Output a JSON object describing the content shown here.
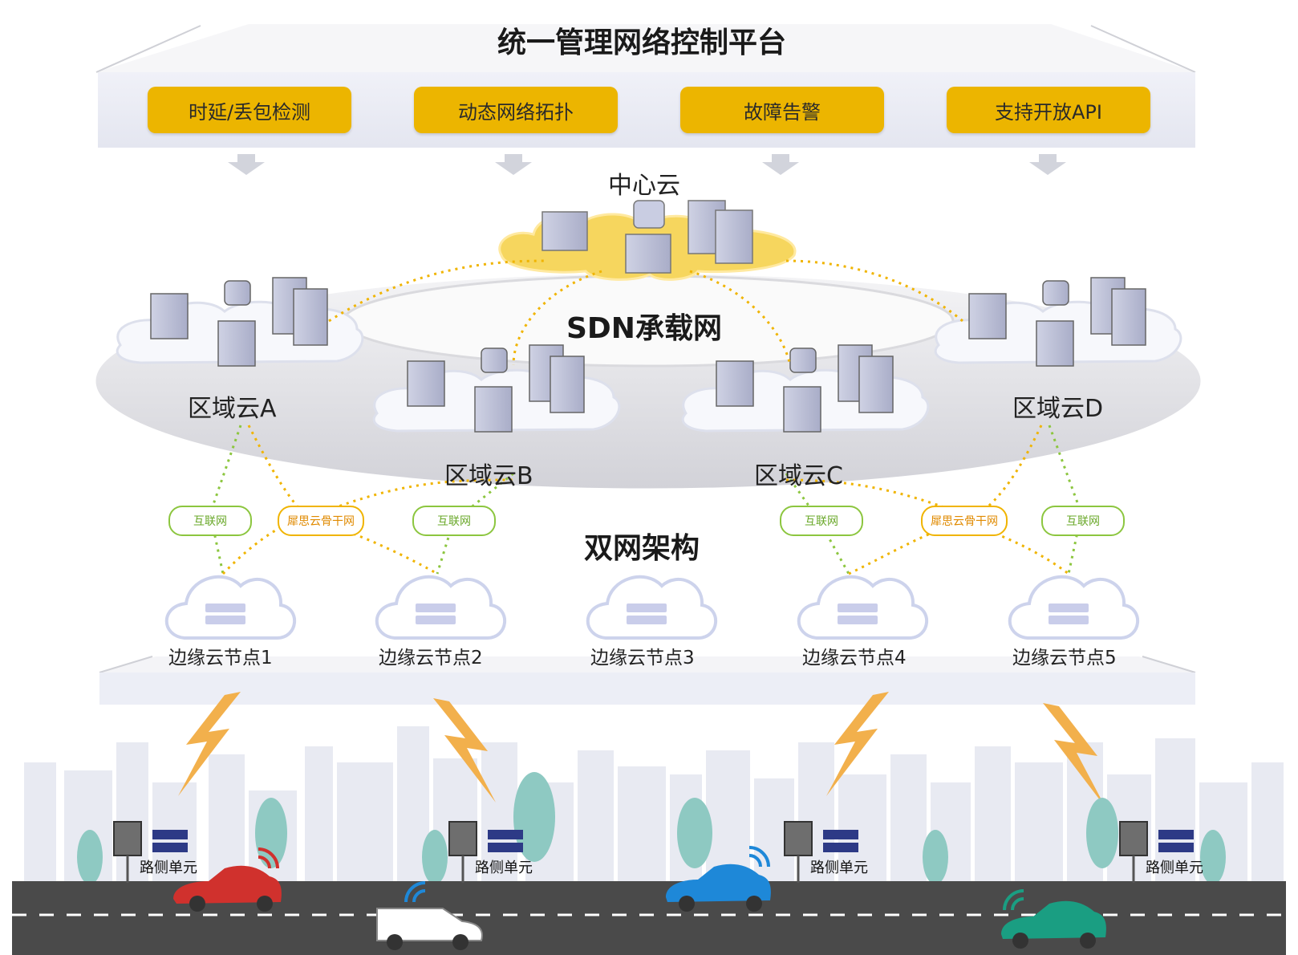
{
  "title": "统一管理网络控制平台",
  "features": [
    "时延/丢包检测",
    "动态网络拓扑",
    "故障告警",
    "支持开放API"
  ],
  "center_cloud": "中心云",
  "sdn_label": "SDN承载网",
  "regions": [
    "区域云A",
    "区域云B",
    "区域云C",
    "区域云D"
  ],
  "dual_label": "双网架构",
  "links": {
    "internet": "互联网",
    "backbone": "犀思云骨干网"
  },
  "edge_nodes": [
    "边缘云节点1",
    "边缘云节点2",
    "边缘云节点3",
    "边缘云节点4",
    "边缘云节点5"
  ],
  "roadside_units": [
    "路侧单元",
    "路侧单元",
    "路侧单元",
    "路侧单元"
  ],
  "colors": {
    "feature_box": "#ecb500",
    "internet_line": "#8cc63f",
    "backbone_line": "#f0b400",
    "road": "#4a4a4a",
    "building": "#e8eaf2"
  }
}
